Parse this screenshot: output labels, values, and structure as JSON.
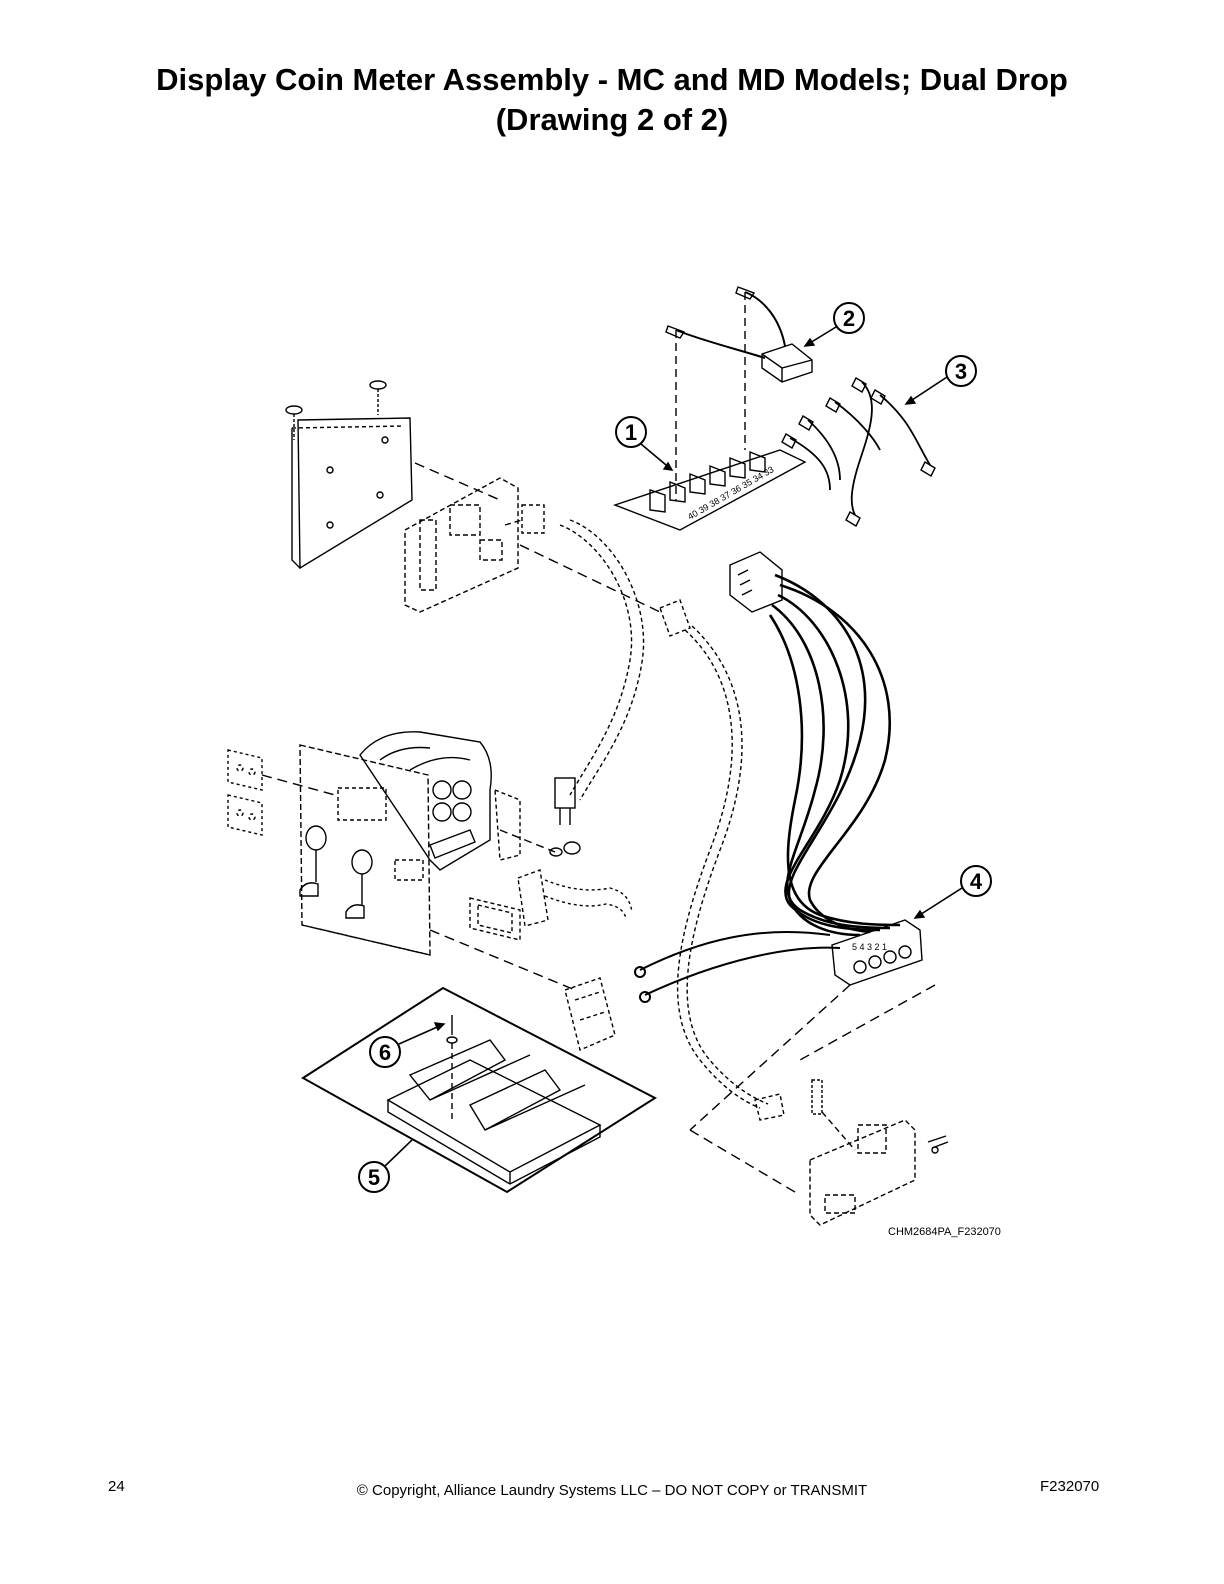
{
  "header": {
    "title_line1": "Display Coin Meter Assembly - MC and MD Models; Dual Drop",
    "title_line2": "(Drawing 2 of 2)"
  },
  "diagram": {
    "callouts": [
      "1",
      "2",
      "3",
      "4",
      "5",
      "6"
    ],
    "terminal_numbers": "40 39 38 37 36 35 34 33",
    "connector_pins": "5 4 3 2 1",
    "drawing_code": "CHM2684PA_F232070"
  },
  "footer": {
    "page_number": "24",
    "copyright": "© Copyright, Alliance Laundry Systems LLC – DO NOT COPY or TRANSMIT",
    "form_number": "F232070"
  }
}
